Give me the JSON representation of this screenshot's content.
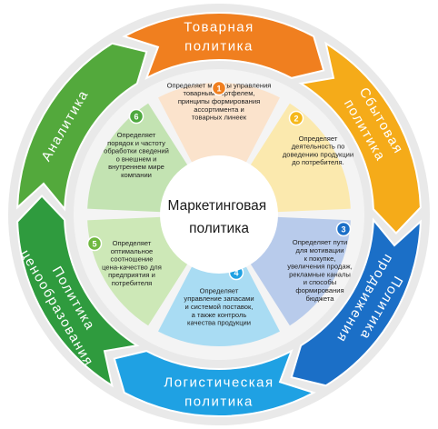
{
  "center": {
    "title_lines": [
      "Маркетинговая",
      "политика"
    ]
  },
  "colors": {
    "orange": "#f07f1f",
    "yellow": "#f5b81b",
    "blue": "#1b6fc7",
    "light_blue": "#1fa1e3",
    "green": "#2f9b3e",
    "light_green": "#7cc04a"
  },
  "ring": [
    {
      "lines": [
        "Товарная",
        "политика"
      ],
      "color": "#f07f1f"
    },
    {
      "lines": [
        "Сбытовая",
        "политика"
      ],
      "color": "#f5ab19"
    },
    {
      "lines": [
        "Политика",
        "продвижения"
      ],
      "color": "#1b6fc7"
    },
    {
      "lines": [
        "Логистическая",
        "политика"
      ],
      "color": "#1fa1e3"
    },
    {
      "lines": [
        "Политика",
        "ценообразования"
      ],
      "color": "#2f9b3e"
    },
    {
      "lines": [
        "Аналитика"
      ],
      "color": "#53a93c"
    }
  ],
  "segments": [
    {
      "number": "1",
      "color": "#fbe3cc",
      "badge": "#f07f1f",
      "lines": [
        "Определяет методы управления",
        "товарным портфелем,",
        "принципы формирования",
        "ассортимента и",
        "товарных линеек"
      ]
    },
    {
      "number": "2",
      "color": "#fbe9ae",
      "badge": "#f5b81b",
      "lines": [
        "Определяет",
        "деятельность по",
        "доведению продукции",
        "до потребителя."
      ]
    },
    {
      "number": "3",
      "color": "#b8cbeb",
      "badge": "#1b6fc7",
      "lines": [
        "Определяет пути",
        "для мотивации",
        "к покупке,",
        "увеличения продаж,",
        "рекламные каналы",
        "и способы",
        "формирования",
        "бюджета"
      ]
    },
    {
      "number": "4",
      "color": "#a9dcf3",
      "badge": "#1fa1e3",
      "lines": [
        "Определяет",
        "управление запасами",
        "и системой поставок,",
        "а также контроль",
        "качества продукции"
      ]
    },
    {
      "number": "5",
      "color": "#cde8b7",
      "badge": "#6fb83f",
      "lines": [
        "Определяет",
        "оптимальное",
        "соотношение",
        "цена-качество для",
        "предприятия и",
        "потребителя"
      ]
    },
    {
      "number": "6",
      "color": "#c3e3b2",
      "badge": "#4ea83e",
      "lines": [
        "Определяет",
        "порядок и частоту",
        "обработки сведений",
        "о внешнем и",
        "внутреннем мире",
        "компании"
      ]
    }
  ]
}
